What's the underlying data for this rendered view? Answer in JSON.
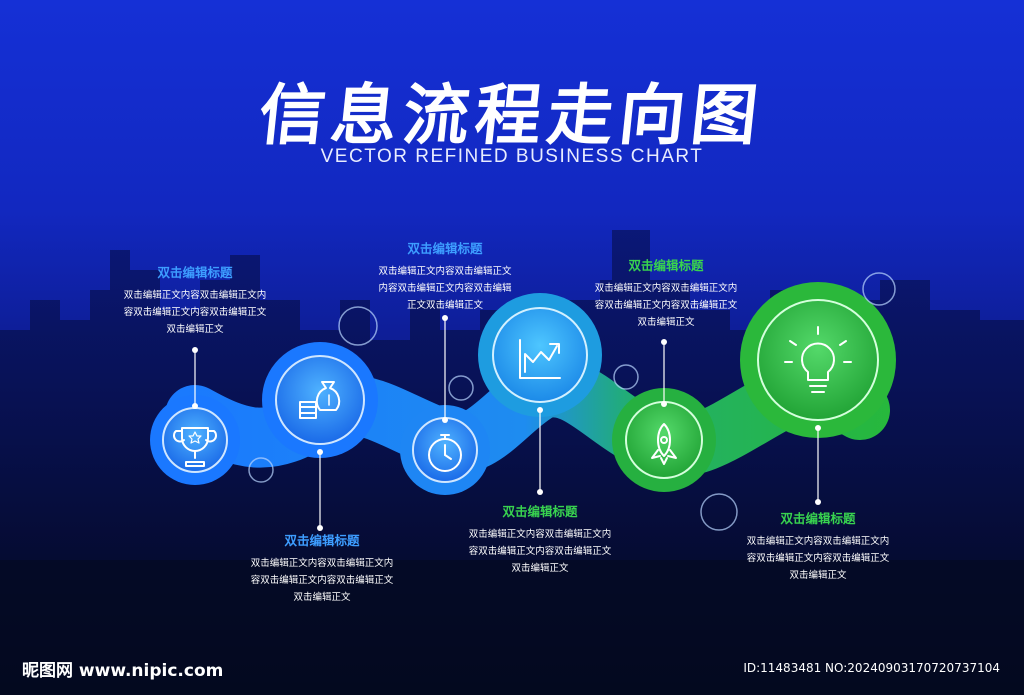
{
  "title": "信息流程走向图",
  "subtitle": "VECTOR REFINED BUSINESS CHART",
  "steps": [
    {
      "heading": "双击编辑标题",
      "body": [
        "双击编辑正文内容双击编辑正文内",
        "容双击编辑正文内容双击编辑正文",
        "双击编辑正文"
      ],
      "icon": "trophy-icon"
    },
    {
      "heading": "双击编辑标题",
      "body": [
        "双击编辑正文内容双击编辑正文内",
        "容双击编辑正文内容双击编辑正文",
        "双击编辑正文"
      ],
      "icon": "money-bag-icon"
    },
    {
      "heading": "双击编辑标题",
      "body": [
        "双击编辑正文内容双击编辑正文",
        "内容双击编辑正文内容双击编辑",
        "正文双击编辑正文"
      ],
      "icon": "stopwatch-icon"
    },
    {
      "heading": "双击编辑标题",
      "body": [
        "双击编辑正文内容双击编辑正文内",
        "容双击编辑正文内容双击编辑正文",
        "双击编辑正文"
      ],
      "icon": "growth-chart-icon"
    },
    {
      "heading": "双击编辑标题",
      "body": [
        "双击编辑正文内容双击编辑正文内",
        "容双击编辑正文内容双击编辑正文",
        "双击编辑正文"
      ],
      "icon": "rocket-icon"
    },
    {
      "heading": "双击编辑标题",
      "body": [
        "双击编辑正文内容双击编辑正文内",
        "容双击编辑正文内容双击编辑正文",
        "双击编辑正文"
      ],
      "icon": "lightbulb-icon"
    }
  ],
  "colors": {
    "blue": "#1d7bff",
    "green": "#2bb83b",
    "heading_blue": "#3d9dff",
    "heading_green": "#38d24f"
  },
  "footer": {
    "site": "昵图网 www.nipic.com",
    "id": "ID:11483481 NO:20240903170720737104"
  }
}
